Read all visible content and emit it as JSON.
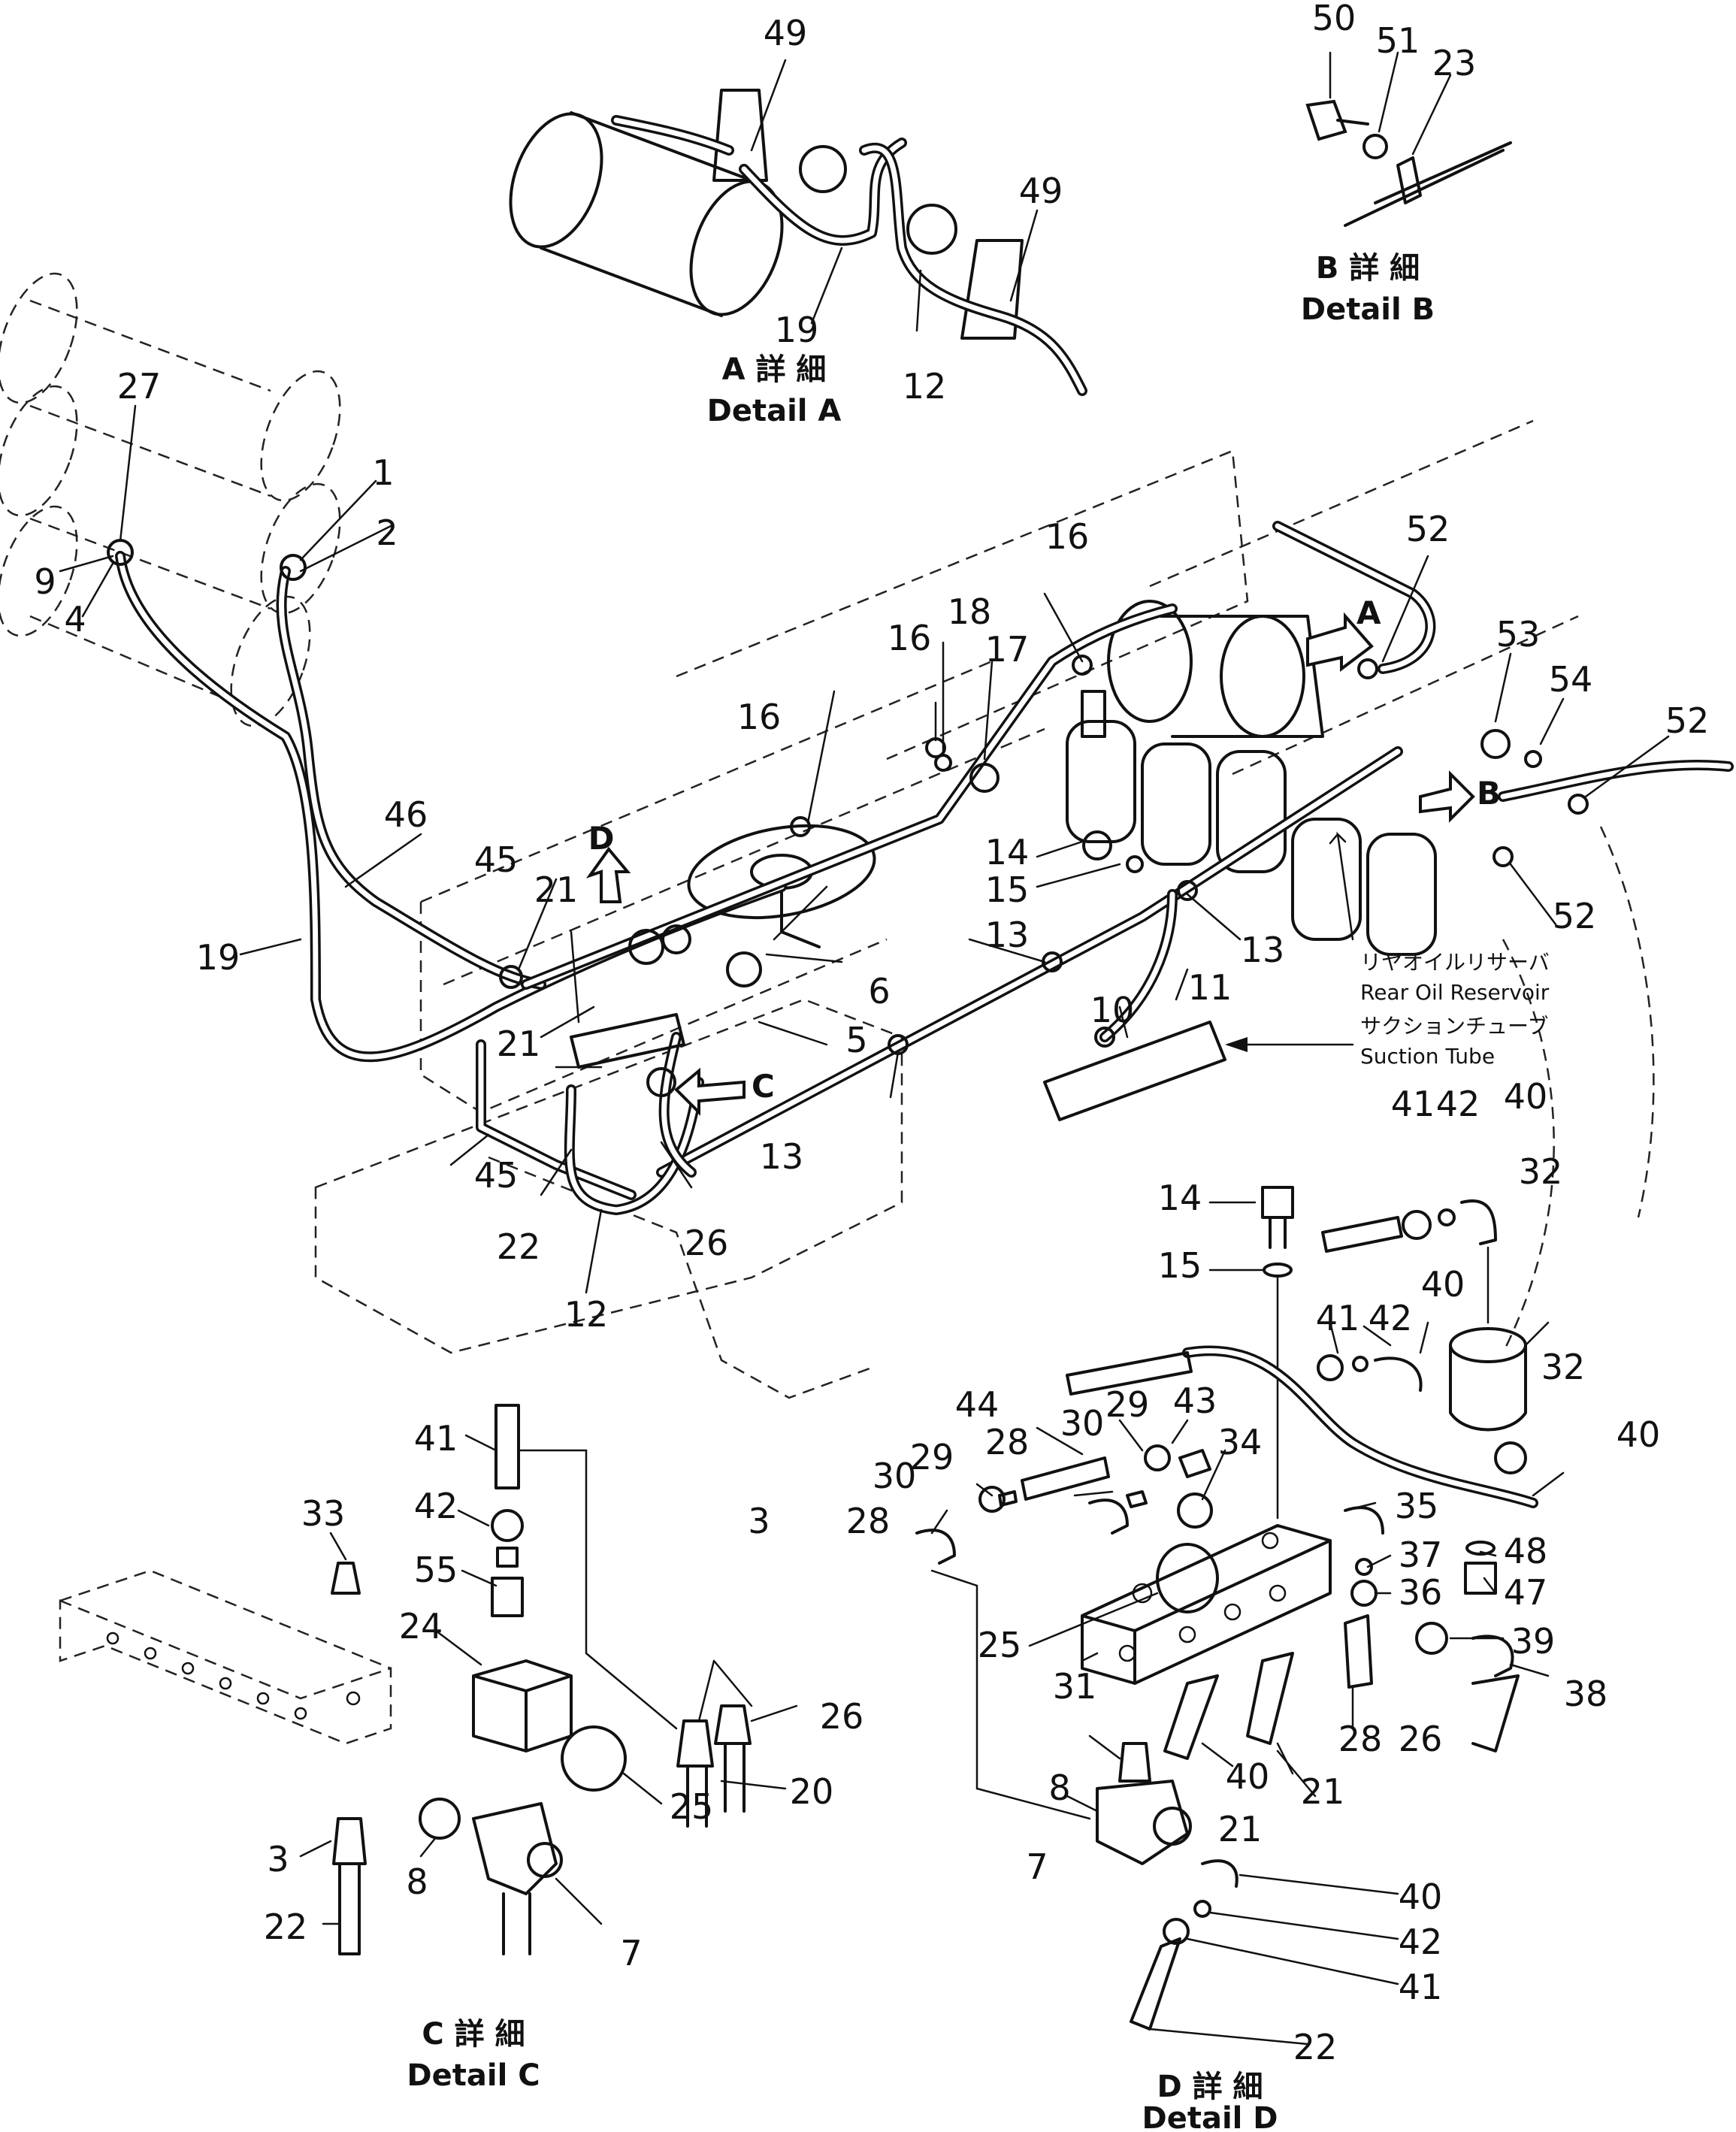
{
  "part_numbers": [
    "1",
    "2",
    "3",
    "4",
    "5",
    "6",
    "7",
    "8",
    "9",
    "10",
    "11",
    "12",
    "13",
    "14",
    "15",
    "16",
    "17",
    "18",
    "19",
    "20",
    "21",
    "22",
    "23",
    "24",
    "25",
    "26",
    "27",
    "28",
    "29",
    "30",
    "31",
    "32",
    "33",
    "34",
    "35",
    "36",
    "37",
    "38",
    "39",
    "40",
    "41",
    "42",
    "43",
    "44",
    "45",
    "46",
    "47",
    "48",
    "49",
    "50",
    "51",
    "52",
    "53",
    "54",
    "55"
  ],
  "details": {
    "A": {
      "jp": "A 詳 細",
      "en": "Detail A"
    },
    "B": {
      "jp": "B 詳 細",
      "en": "Detail B"
    },
    "C": {
      "jp": "C 詳 細",
      "en": "Detail C"
    },
    "D": {
      "jp": "D 詳 細",
      "en": "Detail D"
    }
  },
  "view_arrows": [
    "A",
    "B",
    "C",
    "D"
  ],
  "notes": {
    "rear_oil_reservoir_jp": "リヤオイルリサーバ",
    "rear_oil_reservoir_en": "Rear Oil Reservoir",
    "suction_tube_jp": "サクションチューブ",
    "suction_tube_en": "Suction Tube"
  }
}
